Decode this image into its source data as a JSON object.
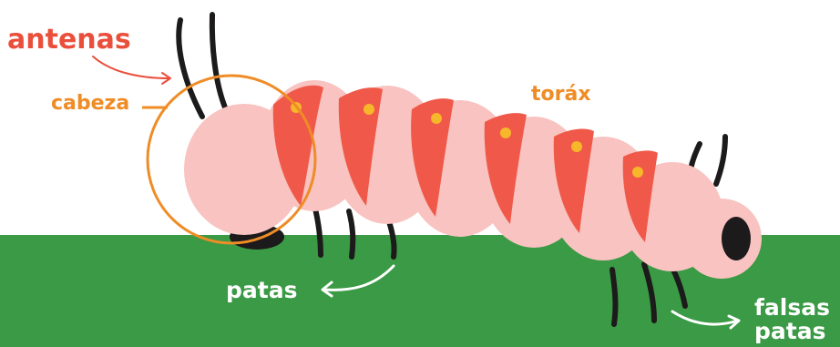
{
  "labels": {
    "antennae": "antenas",
    "head": "cabeza",
    "thorax": "toráx",
    "legs": "patas",
    "prolegs_line1": "falsas",
    "prolegs_line2": "patas"
  },
  "colors": {
    "ground": "#3a9a45",
    "body": "#f8c3c0",
    "stripe": "#f0594a",
    "spot": "#f7b72a",
    "outline": "#1c1a1a",
    "label_red": "#ea4f3c",
    "label_orange": "#ef8c26",
    "label_white": "#ffffff"
  }
}
